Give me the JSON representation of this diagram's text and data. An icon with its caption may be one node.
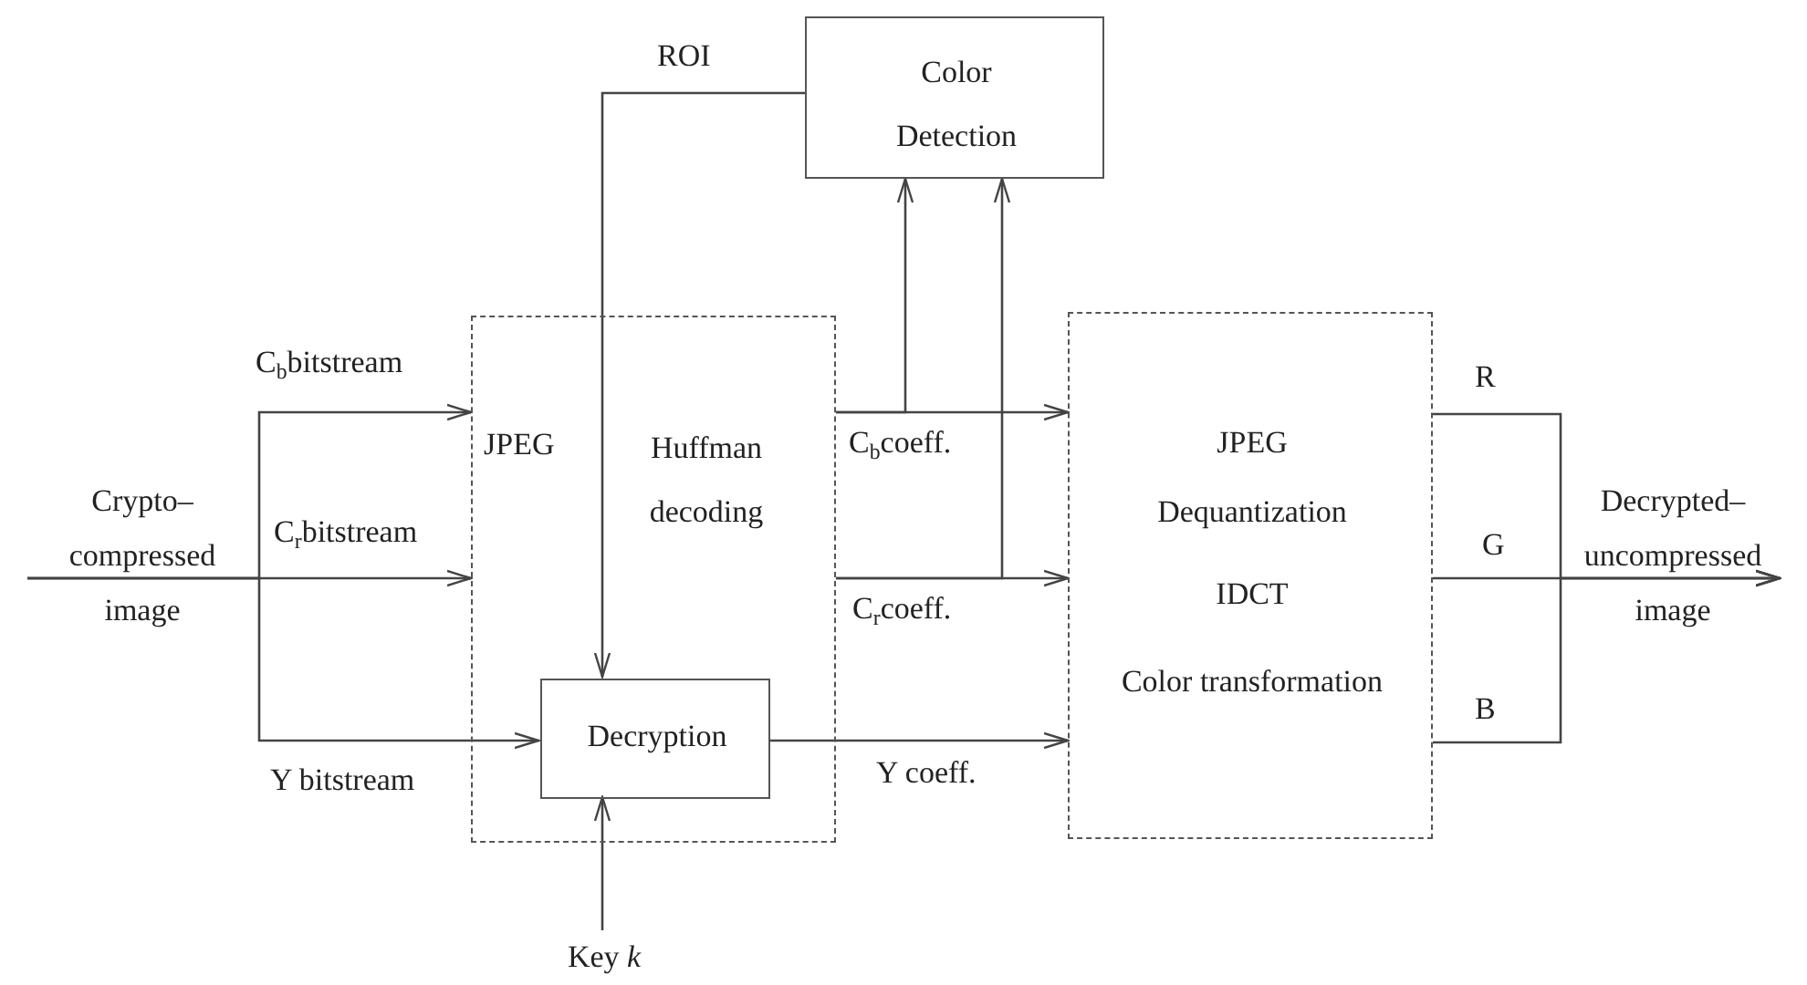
{
  "diagram": {
    "nodes": [
      {
        "text": [
          "Color Detection"
        ]
      },
      {
        "text": [
          "JPEG",
          "Huffman decoding"
        ]
      },
      {
        "text": [
          "Decryption"
        ],
        "in": 1
      },
      {
        "text": [
          "JPEG",
          "Dequantization",
          "IDCT",
          "Color transformation"
        ]
      },
      {
        "text": [
          "Crypto– compressed image"
        ]
      },
      {
        "text": [
          "Decrypted– uncompressed image"
        ]
      },
      {
        "text": [
          "Key *k*"
        ]
      }
    ],
    "edges": [
      {
        "from": 4,
        "to": 1,
        "arrow": "to",
        "label": "C$_{b}$bitstream"
      },
      {
        "from": 4,
        "to": 1,
        "arrow": "to",
        "label": "C$_{r}$bitstream"
      },
      {
        "from": 4,
        "to": 2,
        "arrow": "to",
        "label": "Y bitstream"
      },
      {
        "from": 1,
        "to": 3,
        "arrow": "to",
        "label": "C$_{b}$coeff."
      },
      {
        "from": 1,
        "to": 3,
        "arrow": "to",
        "label": "C$_{r}$coeff."
      },
      {
        "from": 2,
        "to": 3,
        "arrow": "to",
        "label": "Y coeff."
      },
      {
        "from": 1,
        "to": 0,
        "arrow": "to"
      },
      {
        "from": 1,
        "to": 0,
        "arrow": "to"
      },
      {
        "from": 0,
        "to": 2,
        "arrow": "to",
        "label": "ROI"
      },
      {
        "from": 6,
        "to": 2,
        "arrow": "to"
      },
      {
        "from": 3,
        "to": 5,
        "arrow": "to",
        "label": "R"
      },
      {
        "from": 3,
        "to": 5,
        "arrow": "to",
        "label": "G"
      },
      {
        "from": 3,
        "to": 5,
        "arrow": "to",
        "label": "B"
      }
    ]
  }
}
